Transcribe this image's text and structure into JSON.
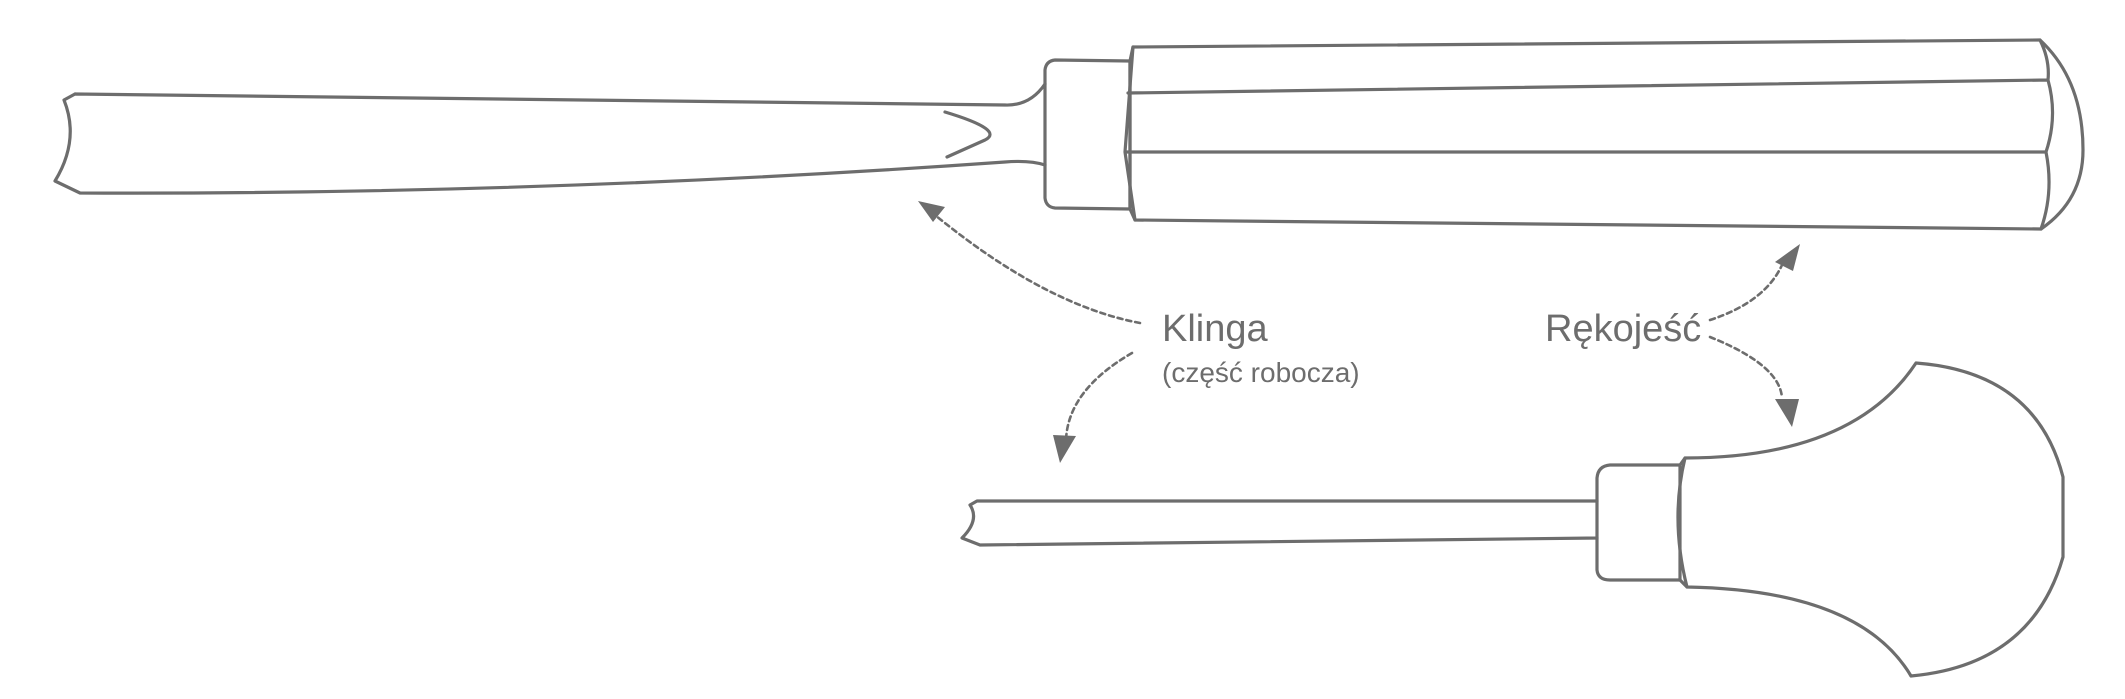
{
  "labels": {
    "blade": "Klinga",
    "blade_note": "(część robocza)",
    "handle": "Rękojeść"
  },
  "colors": {
    "stroke": "#6d6d6d",
    "background": "#ffffff"
  }
}
